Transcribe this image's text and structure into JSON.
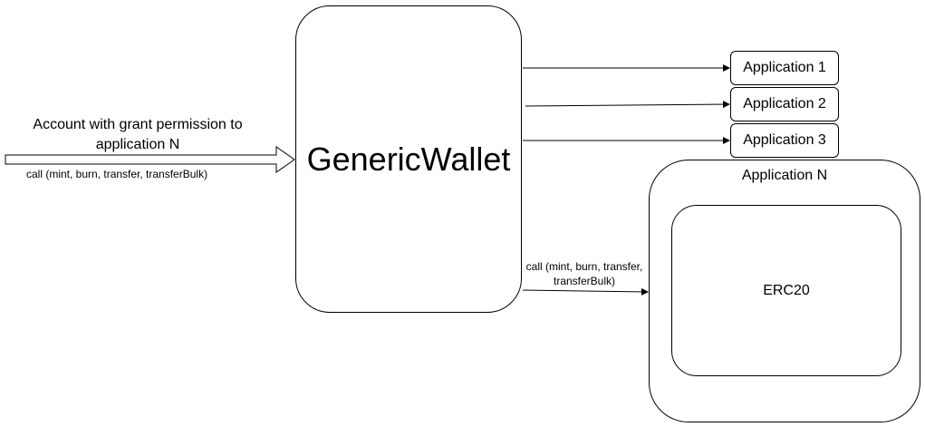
{
  "diagram": {
    "generic_wallet": {
      "label": "GenericWallet"
    },
    "applications": [
      {
        "label": "Application 1"
      },
      {
        "label": "Application 2"
      },
      {
        "label": "Application 3"
      }
    ],
    "application_n": {
      "label": "Application N",
      "inner": {
        "label": "ERC20"
      }
    },
    "account_label": "Account with grant  permission to application N",
    "call_label_left": "call (mint, burn, transfer, transferBulk)",
    "call_label_right": "call (mint, burn, transfer, transferBulk)"
  }
}
